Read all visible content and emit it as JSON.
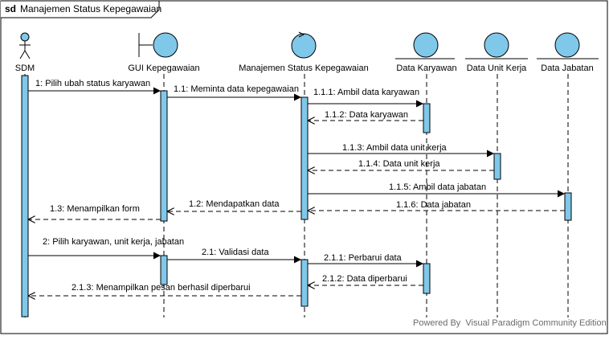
{
  "frame": {
    "keyword": "sd",
    "title": "Manajemen Status Kepegawaian"
  },
  "actors": [
    {
      "id": "sdm",
      "label": "SDM"
    },
    {
      "id": "gui",
      "label": "GUI Kepegawaian"
    },
    {
      "id": "ctrl",
      "label": "Manajemen Status Kepegawaian"
    },
    {
      "id": "karyawan",
      "label": "Data Karyawan"
    },
    {
      "id": "unitkerja",
      "label": "Data Unit Kerja"
    },
    {
      "id": "jabatan",
      "label": "Data Jabatan"
    }
  ],
  "messages": [
    {
      "label": "1: Pilih ubah status karyawan"
    },
    {
      "label": "1.1: Meminta data kepegawaian"
    },
    {
      "label": "1.1.1: Ambil data karyawan"
    },
    {
      "label": "1.1.2: Data karyawan"
    },
    {
      "label": "1.1.3: Ambil data unit kerja"
    },
    {
      "label": "1.1.4: Data unit kerja"
    },
    {
      "label": "1.1.5: Ambil data jabatan"
    },
    {
      "label": "1.1.6: Data jabatan"
    },
    {
      "label": "1.2: Mendapatkan data"
    },
    {
      "label": "1.3: Menampilkan form"
    },
    {
      "label": "2: Pilih karyawan, unit kerja, jabatan"
    },
    {
      "label": "2.1: Validasi data"
    },
    {
      "label": "2.1.1: Perbarui data"
    },
    {
      "label": "2.1.2: Data diperbarui"
    },
    {
      "label": "2.1.3: Menampilkan pesan berhasil diperbarui"
    }
  ],
  "watermark": {
    "text": "Powered By  Visual Paradigm Community Edition"
  },
  "colors": {
    "activation": "#7fc8ea",
    "lifeline_head": "#7fc8ea",
    "line": "#000000"
  }
}
